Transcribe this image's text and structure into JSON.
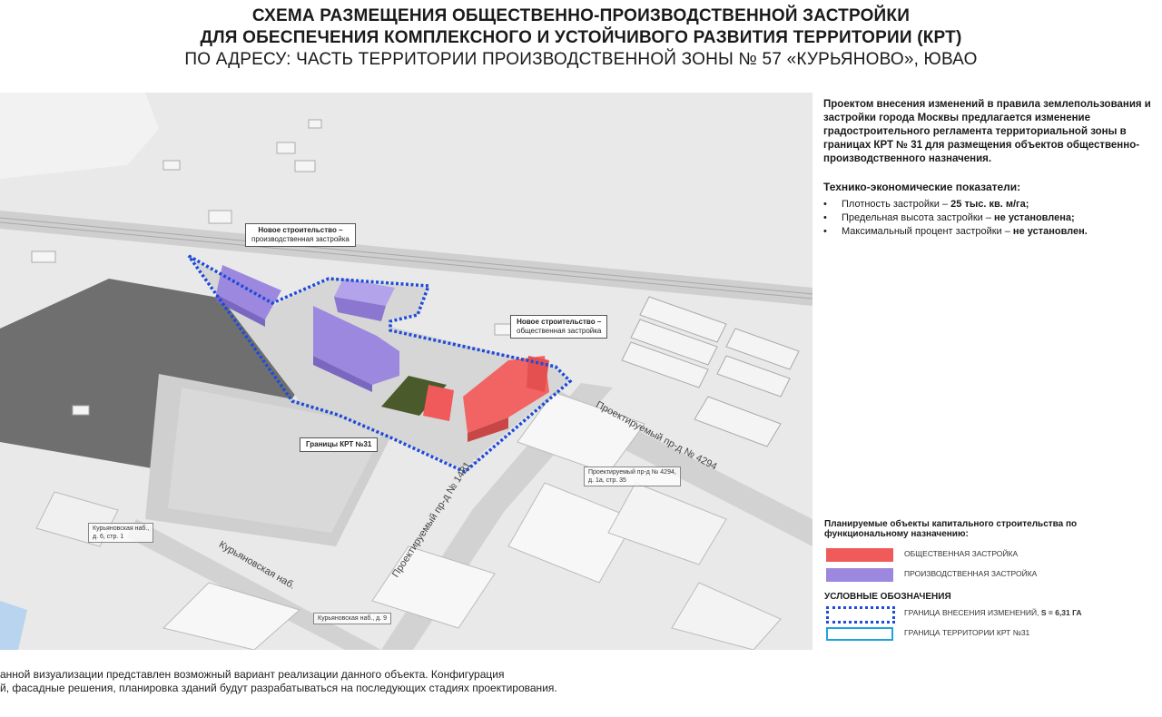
{
  "title": {
    "line1": "СХЕМА РАЗМЕЩЕНИЯ ОБЩЕСТВЕННО-ПРОИЗВОДСТВЕННОЙ ЗАСТРОЙКИ",
    "line2": "ДЛЯ ОБЕСПЕЧЕНИЯ КОМПЛЕКСНОГО И УСТОЙЧИВОГО РАЗВИТИЯ ТЕРРИТОРИИ (КРТ)",
    "line3": "ПО АДРЕСУ: ЧАСТЬ ТЕРРИТОРИИ ПРОИЗВОДСТВЕННОЙ ЗОНЫ № 57 «КУРЬЯНОВО», ЮВАО"
  },
  "map": {
    "callout_industrial": {
      "line1": "Новое строительство –",
      "line2": "производственная застройка"
    },
    "callout_public": {
      "line1": "Новое строительство –",
      "line2": "общественная застройка"
    },
    "callout_boundary": "Границы КРТ №31",
    "addresses": [
      {
        "line1": "Проектируемый пр-д № 4294,",
        "line2": "д. 1а, стр. 35"
      },
      {
        "line1": "Курьяновская наб.,",
        "line2": "д. 6, стр. 1"
      },
      {
        "line1": "Курьяновская наб., д. 9",
        "line2": ""
      }
    ],
    "streets": {
      "proezd_1": "Проектируемый пр-д № 1481",
      "proezd_2": "Проектируемый пр-д № 4294",
      "naberezhnaya": "Курьяновская наб."
    },
    "colors": {
      "public": "#f05a5a",
      "industrial": "#9d88e0",
      "green": "#4a5a2a",
      "boundary": "#1f4bd8",
      "background": "#e8e8e8"
    }
  },
  "side": {
    "paragraph": "Проектом внесения изменений в правила землепользования и застройки города Москвы предлагается изменение градостроительного регламента территориальной зоны в границах КРТ № 31 для размещения объектов общественно-производственного назначения.",
    "tep_title": "Технико-экономические показатели:",
    "tep": [
      {
        "label": "Плотность застройки – ",
        "value": "25 тыс. кв. м/га;"
      },
      {
        "label": "Предельная высота застройки – ",
        "value": "не установлена;"
      },
      {
        "label": "Максимальный процент застройки – ",
        "value": "не установлен."
      }
    ]
  },
  "legend": {
    "title": "Планируемые объекты капитального строительства по функциональному назначению:",
    "public_label": "ОБЩЕСТВЕННАЯ ЗАСТРОЙКА",
    "industrial_label": "ПРОИЗВОДСТВЕННАЯ ЗАСТРОЙКА",
    "symbols_title": "УСЛОВНЫЕ ОБОЗНАЧЕНИЯ",
    "boundary_change_label": "ГРАНИЦА ВНЕСЕНИЯ ИЗМЕНЕНИЙ, ",
    "boundary_change_value": "S = 6,31 ГА",
    "krt_boundary_label": "ГРАНИЦА ТЕРРИТОРИИ КРТ №31",
    "krt_color": "#1fa3e0"
  },
  "footnote": {
    "line1": "анной визуализации представлен возможный вариант реализации данного объекта. Конфигурация",
    "line2": "й, фасадные решения, планировка зданий будут разрабатываться на последующих стадиях проектирования."
  }
}
